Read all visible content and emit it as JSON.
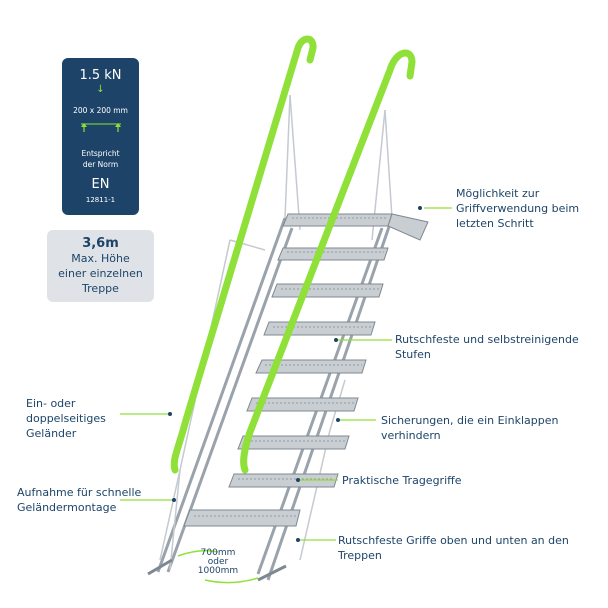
{
  "load_badge": {
    "load": "1.5 kN",
    "area": "200 x 200 mm",
    "norm_line1": "Entspricht",
    "norm_line2": "der Norm",
    "standard": "EN",
    "standard_code": "12811-1"
  },
  "height_badge": {
    "height": "3,6m",
    "line1": "Max. Höhe",
    "line2": "einer einzelnen",
    "line3": "Treppe"
  },
  "callouts": {
    "grip_line1": "Möglichkeit zur",
    "grip_line2": "Griffverwendung beim",
    "grip_line3": "letzten Schritt",
    "steps_line1": "Rutschfeste und selbstreinigende",
    "steps_line2": "Stufen",
    "lock_line1": "Sicherungen, die ein Einklappen",
    "lock_line2": "verhindern",
    "handles": "Praktische Tragegriffe",
    "grips_line1": "Rutschfeste Griffe oben und unten an den",
    "grips_line2": "Treppen",
    "rail_line1": "Ein- oder",
    "rail_line2": "doppelseitiges",
    "rail_line3": "Geländer",
    "mount_line1": "Aufnahme für schnelle",
    "mount_line2": "Geländermontage"
  },
  "width_dimension": {
    "line1": "700mm",
    "line2": "oder",
    "line3": "1000mm"
  },
  "colors": {
    "navy": "#1d4468",
    "green": "#8fe038",
    "grey_badge": "#dfe3e7",
    "steel": "#b8bfc6"
  }
}
